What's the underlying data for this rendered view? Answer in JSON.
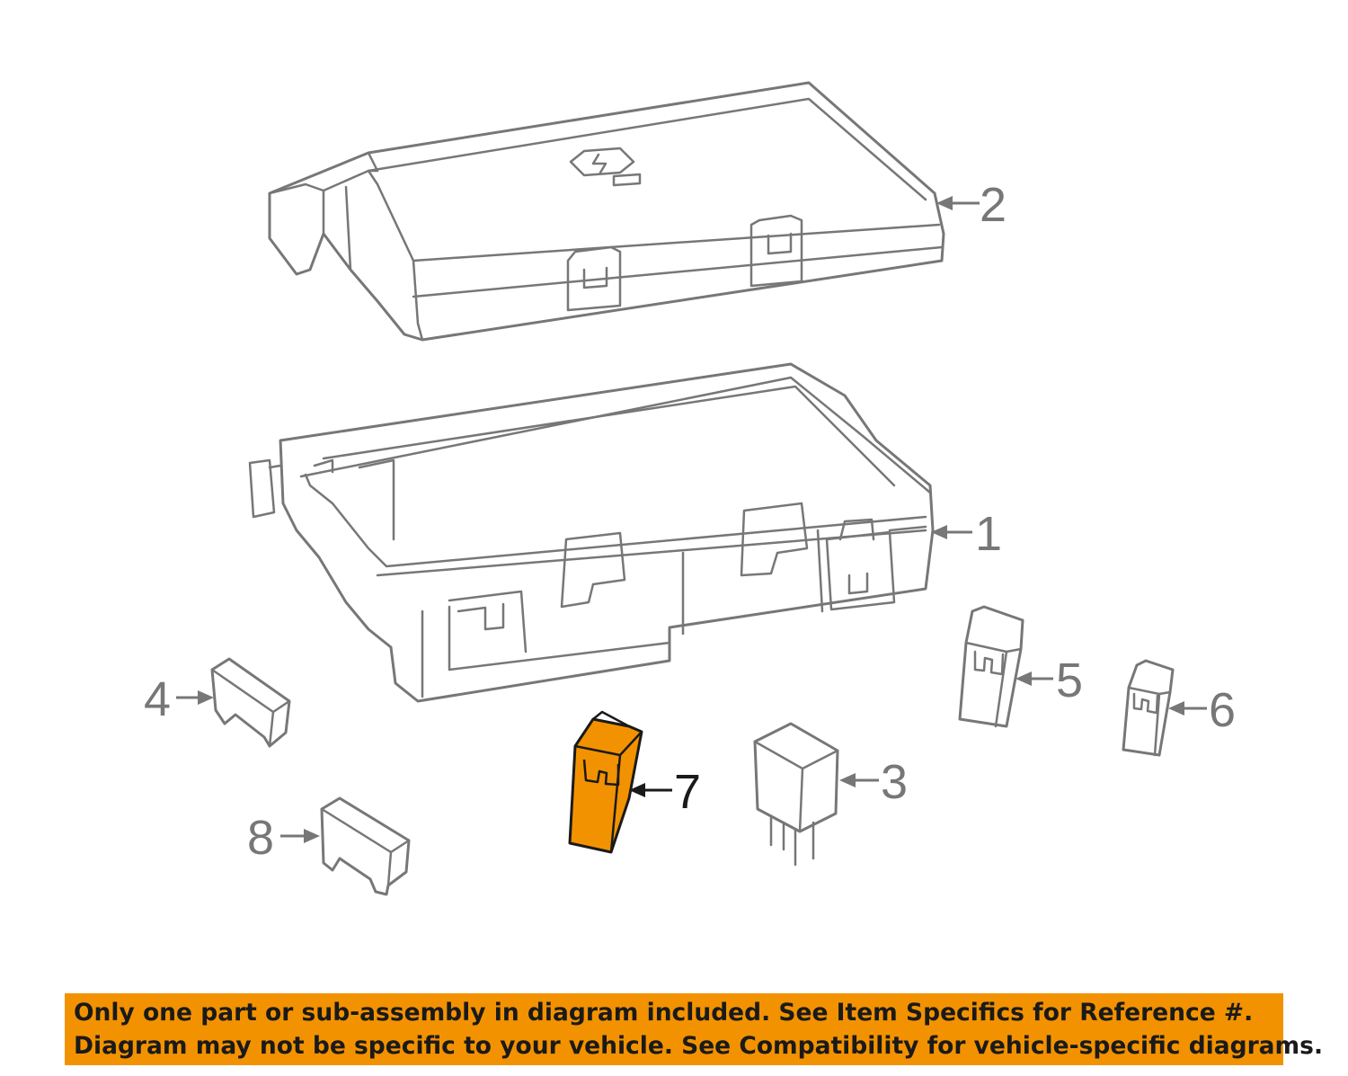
{
  "diagram": {
    "highlight_color": "#f39200",
    "line_color": "#777777",
    "highlighted_callout": "7",
    "callouts": {
      "c1": "1",
      "c2": "2",
      "c3": "3",
      "c4": "4",
      "c5": "5",
      "c6": "6",
      "c7": "7",
      "c8": "8"
    }
  },
  "notice": {
    "line1": "Only one part or sub-assembly in diagram included. See Item Specifics for Reference #.",
    "line2": "Diagram may not be specific to your vehicle. See Compatibility for vehicle-specific diagrams."
  }
}
